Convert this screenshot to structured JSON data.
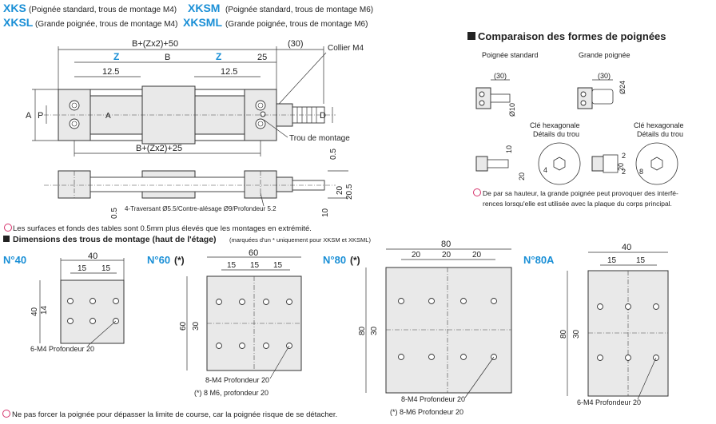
{
  "header": {
    "l1_code": "XKS",
    "l1_desc": "(Poignée standard, trous de montage M4)",
    "l1_code2": "XKSM",
    "l1_desc2": "(Poignée standard, trous de montage M6)",
    "l2_code": "XKSL",
    "l2_desc": "(Grande poignée, trous de montage M4)",
    "l2_code2": "XKSML",
    "l2_desc2": "(Grande poignée, trous de montage M6)"
  },
  "main_drawing": {
    "dim_top": "B+(Zx2)+50",
    "dim_30": "(30)",
    "collier": "Collier M4",
    "z1": "Z",
    "b": "B",
    "z2": "Z",
    "d25": "25",
    "d12_5a": "12.5",
    "d12_5b": "12.5",
    "dim_a": "A",
    "dim_p": "P",
    "dim_a2": "A",
    "dim_d": "D",
    "trou": "Trou de montage",
    "dim_mid": "B+(Zx2)+25",
    "d0_5": "0.5",
    "d20": "20",
    "d20_5": "20.5",
    "d10": "10",
    "d0_5b": "0.5",
    "traversant": "4-Traversant Ø5.5/Contre-alésage Ø9/Profondeur 5.2"
  },
  "notes": {
    "surface": "Les surfaces et fonds des tables sont 0.5mm plus élevés que les montages en extrémité.",
    "force": "Ne pas forcer la poignée pour dépasser la limite de course, car la poignée risque de se détacher.",
    "interf1": "De par sa hauteur, la grande poignée peut provoquer des interfé-",
    "interf2": "rences lorsqu'elle est utilisée avec la plaque du corps principal."
  },
  "section_dims": {
    "title": "Dimensions des trous de montage (haut de l'étage)",
    "subtitle": "(marquées d'un * uniquement pour XKSM et XKSML)"
  },
  "comparison": {
    "title": "Comparaison des formes de poignées",
    "std": "Poignée standard",
    "big": "Grande poignée",
    "d30a": "(30)",
    "d10": "Ø10",
    "d30b": "(30)",
    "d24": "Ø24",
    "hex1a": "Clé hexagonale",
    "hex1b": "Détails du trou",
    "hex2a": "Clé hexagonale",
    "hex2b": "Détails du trou",
    "v10": "10",
    "v20a": "20",
    "v4": "4",
    "v2a": "2",
    "v20b": "20",
    "v2b": "2",
    "v8": "8"
  },
  "plates": {
    "n40": {
      "label": "N°40",
      "w": "40",
      "s1": "15",
      "s2": "15",
      "h1": "40",
      "h2": "14",
      "note": "6-M4 Profondeur 20"
    },
    "n60": {
      "label": "N°60",
      "star": "(*)",
      "w": "60",
      "s1": "15",
      "s2": "15",
      "s3": "15",
      "h1": "60",
      "h2": "30",
      "note1": "8-M4 Profondeur 20",
      "note2": "(*) 8 M6, profondeur 20"
    },
    "n80": {
      "label": "N°80",
      "star": "(*)",
      "w": "80",
      "s1": "20",
      "s2": "20",
      "s3": "20",
      "h1": "80",
      "h2": "30",
      "note1": "8-M4 Profondeur 20",
      "note2": "(*) 8-M6 Profondeur 20"
    },
    "n80a": {
      "label": "N°80A",
      "w": "40",
      "s1": "15",
      "s2": "15",
      "h1": "80",
      "h2": "30",
      "note": "6-M4 Profondeur 20"
    }
  }
}
